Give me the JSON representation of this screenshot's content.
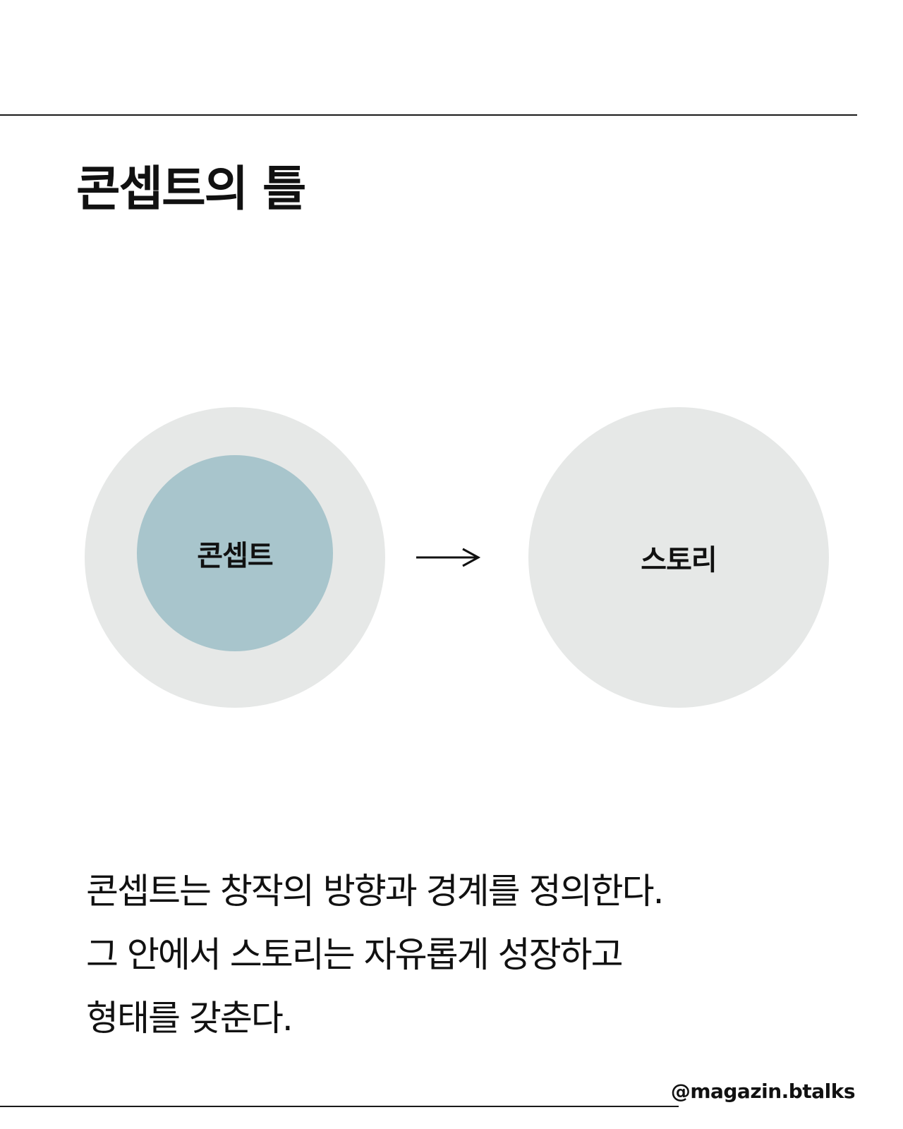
{
  "title": "콘셉트의 틀",
  "diagram": {
    "inner_label": "콘셉트",
    "right_label": "스토리",
    "arrow_icon": "arrow-right-icon",
    "colors": {
      "outer_circle": "#e6e8e7",
      "inner_circle": "#a8c5cc",
      "text": "#111111"
    }
  },
  "body": {
    "lines": [
      "콘셉트는 창작의 방향과 경계를 정의한다.",
      "그 안에서 스토리는 자유롭게 성장하고",
      "형태를 갖춘다."
    ]
  },
  "footer": {
    "handle": "@magazin.btalks"
  }
}
